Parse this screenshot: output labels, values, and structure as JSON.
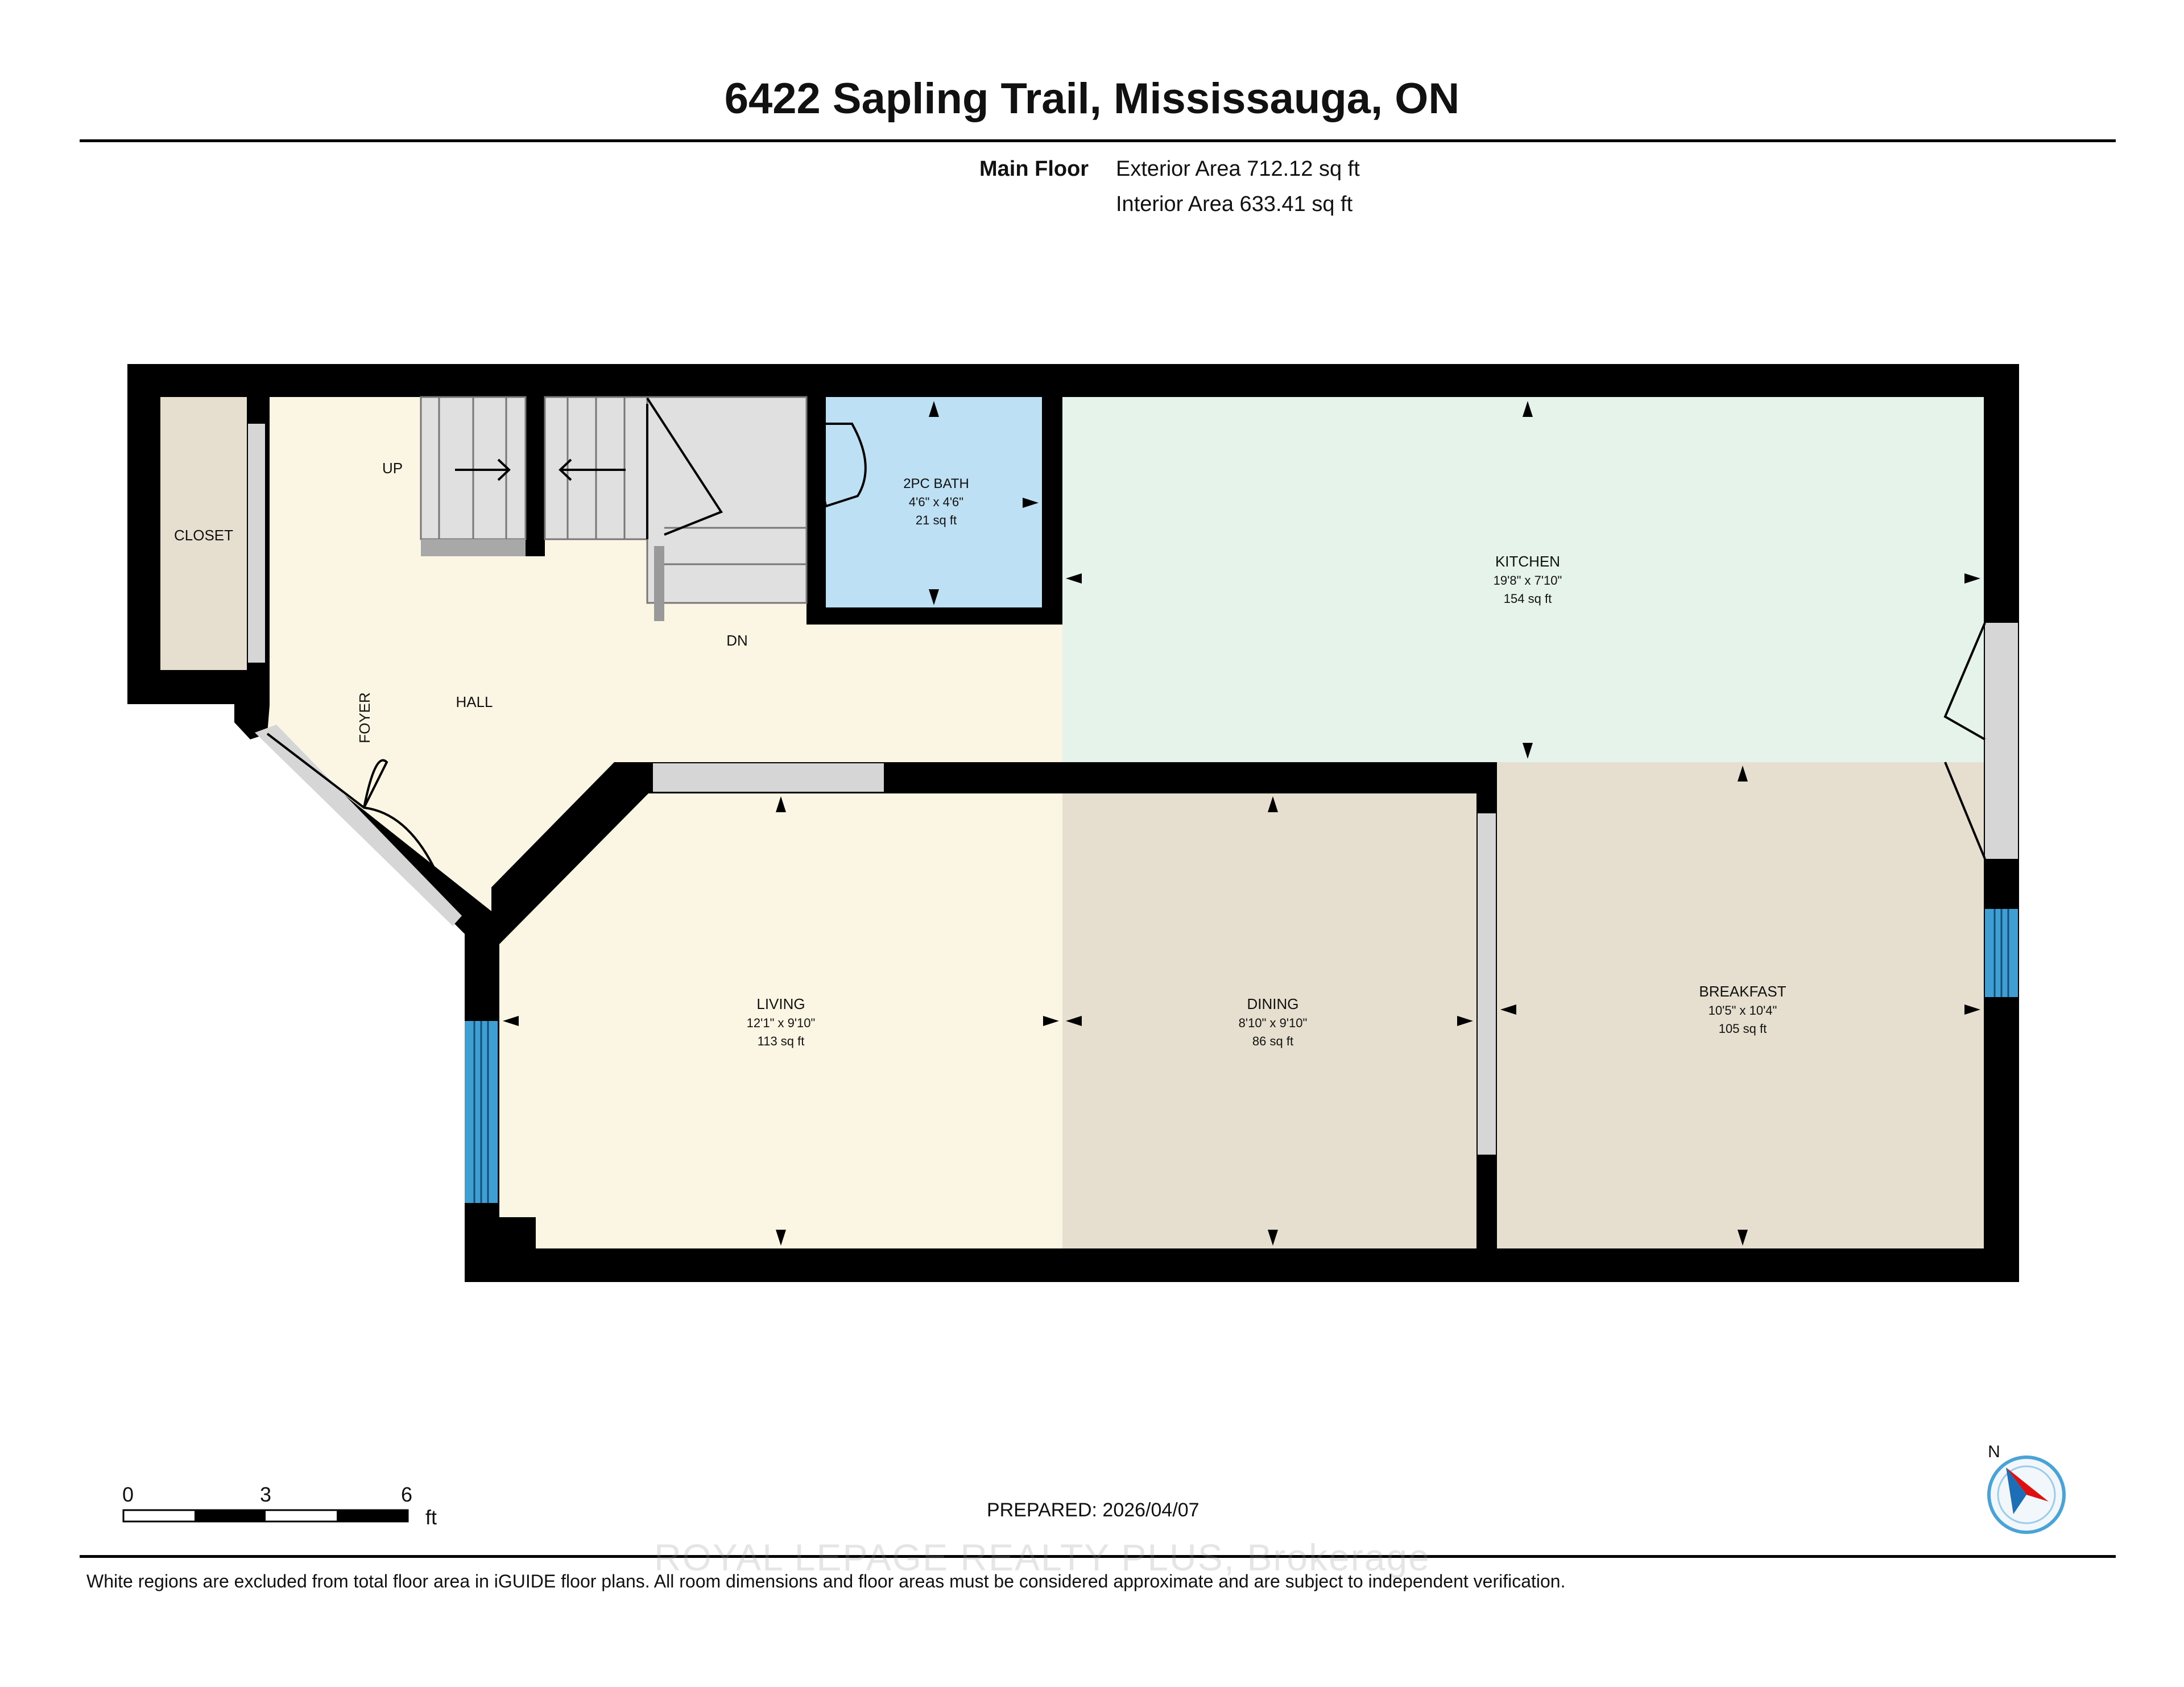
{
  "header": {
    "title": "6422 Sapling Trail, Mississauga, ON",
    "floor": "Main Floor",
    "exterior_area": "Exterior Area 712.12 sq ft",
    "interior_area": "Interior Area 633.41 sq ft"
  },
  "rooms": {
    "closet": {
      "name": "CLOSET"
    },
    "hall": {
      "name": "HALL"
    },
    "foyer": {
      "name": "FOYER"
    },
    "up": {
      "name": "UP"
    },
    "dn": {
      "name": "DN"
    },
    "bath": {
      "name": "2PC BATH",
      "dims": "4'6\" x 4'6\"",
      "area": "21 sq ft"
    },
    "kitchen": {
      "name": "KITCHEN",
      "dims": "19'8\" x 7'10\"",
      "area": "154 sq ft"
    },
    "living": {
      "name": "LIVING",
      "dims": "12'1\" x 9'10\"",
      "area": "113 sq ft"
    },
    "dining": {
      "name": "DINING",
      "dims": "8'10\" x 9'10\"",
      "area": "86 sq ft"
    },
    "breakfast": {
      "name": "BREAKFAST",
      "dims": "10'5\" x 10'4\"",
      "area": "105 sq ft"
    }
  },
  "colors": {
    "wall": "#000000",
    "hall": "#fbf6e3",
    "closet": "#e6dfcf",
    "bath": "#bde0f5",
    "kitchen": "#e6f3ea",
    "dining": "#e6dece",
    "breakfast": "#e6dece",
    "window": "#3f9fd3"
  },
  "scale": {
    "labels": [
      "0",
      "3",
      "6"
    ],
    "unit": "ft"
  },
  "compass": {
    "label": "N"
  },
  "prepared": "PREPARED: 2026/04/07",
  "watermark": "ROYAL LEPAGE REALTY PLUS, Brokerage",
  "footer": "White regions are excluded from total floor area in iGUIDE floor plans. All room dimensions and floor areas must be considered approximate and are subject to independent verification."
}
